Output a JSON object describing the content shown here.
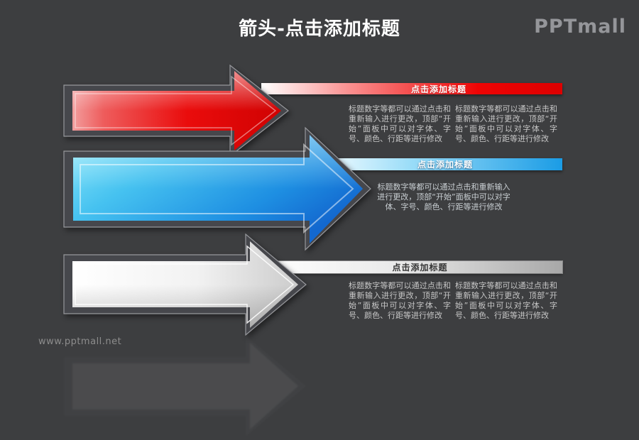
{
  "slide": {
    "title": "箭头-点击添加标题",
    "brand_logo": "PPTmall",
    "watermark": "www.pptmall.net",
    "colors": {
      "bg": "#3d3e40",
      "title-text": "#ffffff",
      "body-text": "#c7c7c7"
    }
  },
  "rows": [
    {
      "name": "red-arrow-row",
      "accent": "#ee0404",
      "bar_title": "点击添加标题",
      "columns": [
        "标题数字等都可以通过点击和重新输入进行更改，顶部“开始”面板中可以对字体、字号、颜色、行距等进行修改",
        "标题数字等都可以通过点击和重新输入进行更改，顶部“开始”面板中可以对字体、字号、颜色、行距等进行修改"
      ]
    },
    {
      "name": "blue-arrow-row",
      "accent": "#1b9ce5",
      "bar_title": "点击添加标题",
      "paragraph": "标题数字等都可以通过点击和重新输入进行更改，顶部“开始”面板中可以对字体、字号、颜色、行距等进行修改"
    },
    {
      "name": "silver-arrow-row",
      "accent": "#a8a8a8",
      "bar_title": "点击添加标题",
      "columns": [
        "标题数字等都可以通过点击和重新输入进行更改，顶部“开始”面板中可以对字体、字号、颜色、行距等进行修改",
        "标题数字等都可以通过点击和重新输入进行更改，顶部“开始”面板中可以对字体、字号、颜色、行距等进行修改"
      ]
    }
  ]
}
